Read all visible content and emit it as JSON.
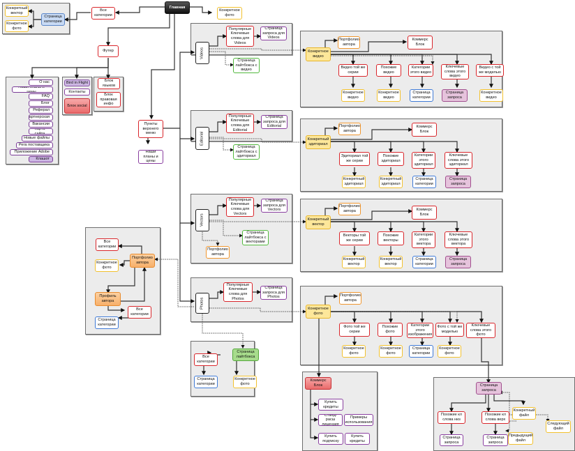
{
  "diagram": {
    "root": "Главная",
    "top": {
      "all_categories": "Все категории",
      "category_page": "Страница категории",
      "specific_vector": "Конкретный вектор",
      "specific_photo": "Конкретное фото",
      "specific_photo_top": "Конкретное фото",
      "footer": "Футер",
      "top_menu": "Пункты верхнего меню",
      "plans": "Наши планы и цены"
    },
    "footer_links": [
      "О нас",
      "Наши планы и цены",
      "FAQ",
      "Блог",
      "Реферал",
      "Партнерская",
      "Вакансии",
      "Карта сайта",
      "Новые файлы",
      "Рега поставщика",
      "Приложение Adobe",
      "Клашот"
    ],
    "footer_mid": {
      "bird_in_flight": "Bird in Flight",
      "contacts": "Контакты",
      "social": "Блок social"
    },
    "footer_right": {
      "languages": "Блок языков",
      "legal": "Блок правовая инфо"
    },
    "sections": {
      "videos": {
        "tab": "Videos",
        "keywords": "Популярные Ключевые слова для Videos",
        "query_page": "Страница запроса для Videos",
        "lightbox": "Страница лайтбокса с видео",
        "main": "Конкретное видео",
        "portfolio": "Портфолио автора",
        "commerce": "Коммерс Блок",
        "children": [
          {
            "label": "Видео той же серии",
            "target": "Конкретное видео"
          },
          {
            "label": "Похожие видео",
            "target": "Конкретное видео"
          },
          {
            "label": "Категории этого видео",
            "target": "Страница категории"
          },
          {
            "label": "Ключевые слова этого видео",
            "target": "Страница запроса"
          },
          {
            "label": "Видео с той же моделью",
            "target": "Конкретное видео"
          }
        ]
      },
      "editorial": {
        "tab": "Editorial",
        "keywords": "Популярные Ключевые слова для Editorial",
        "query_page": "Страница запроса для Editorial",
        "lightbox": "Страница лайтбокса с эдиториал",
        "main": "Конкретный эдиториал",
        "portfolio": "Портфолио автора",
        "commerce": "Коммерс Блок",
        "children": [
          {
            "label": "Эдиториал той же серии",
            "target": "Конкретный эдиториал"
          },
          {
            "label": "Похожие эдиториал",
            "target": "Конкретный эдиториал"
          },
          {
            "label": "Категории этого эдиториал",
            "target": "Страница категории"
          },
          {
            "label": "Ключевые слова этого эдиториал",
            "target": "Страница запроса"
          }
        ]
      },
      "vectors": {
        "tab": "Vectors",
        "keywords": "Популярные Ключевые слова для Vectors",
        "query_page": "Страница запроса для Vectors",
        "lightbox": "Страница лайтбокса с векторами",
        "author_portfolio": "Портфолио автора",
        "main": "Конкретный вектор",
        "portfolio": "Портфолио автора",
        "commerce": "Коммерс Блок",
        "children": [
          {
            "label": "Векторы той же серии",
            "target": "Конкретный вектор"
          },
          {
            "label": "Похожие векторы",
            "target": "Конкретный вектор"
          },
          {
            "label": "Категории этого вектора",
            "target": "Страница категории"
          },
          {
            "label": "Ключевые слова этого вектора",
            "target": "Страница запроса"
          }
        ]
      },
      "photos": {
        "tab": "Photos",
        "keywords": "Популярные Ключевые слова для Photos",
        "query_page": "Страница запроса для Photos",
        "main": "Конкретное фото",
        "portfolio": "Портфолио автора",
        "children": [
          {
            "label": "Фото той же серии",
            "target": "Конкретное фото"
          },
          {
            "label": "Похожие фото",
            "target": "Конкретное фото"
          },
          {
            "label": "Категории этого изображения",
            "target": "Страница категории"
          },
          {
            "label": "Фото с той же моделью",
            "target": "Конкретное фото"
          },
          {
            "label": "Ключевые слова этого фото",
            "target": ""
          }
        ]
      }
    },
    "author": {
      "all_categories": "Все категории",
      "portfolio": "Портфолио автора",
      "specific_photo": "Конкретное фото",
      "profile": "Профиль автора",
      "all_categories_2": "Все категории",
      "category_page": "Страница категории"
    },
    "lightbox": {
      "page": "Страница лайтбокса",
      "all_categories": "Все категории",
      "category_page": "Страница категории",
      "specific_photo": "Конкретное фото"
    },
    "commerce": {
      "title": "Коммерс Блок",
      "buy_credits": "Купить кредиты",
      "license": "Станд/расш лицензия",
      "examples": "Примеры использования",
      "buy_subscription": "Купить подписку",
      "buy_credits_2": "Купить кредиты"
    },
    "query": {
      "page": "Страница запроса",
      "similar_down": "Похожие кл слова низ",
      "similar_up": "Похожие кл слова верх",
      "query_page_1": "Страница запроса",
      "query_page_2": "Страница запроса",
      "specific_file": "Конкретный файл",
      "prev_file": "Предыдущий файл",
      "next_file": "Следующий файл"
    }
  }
}
